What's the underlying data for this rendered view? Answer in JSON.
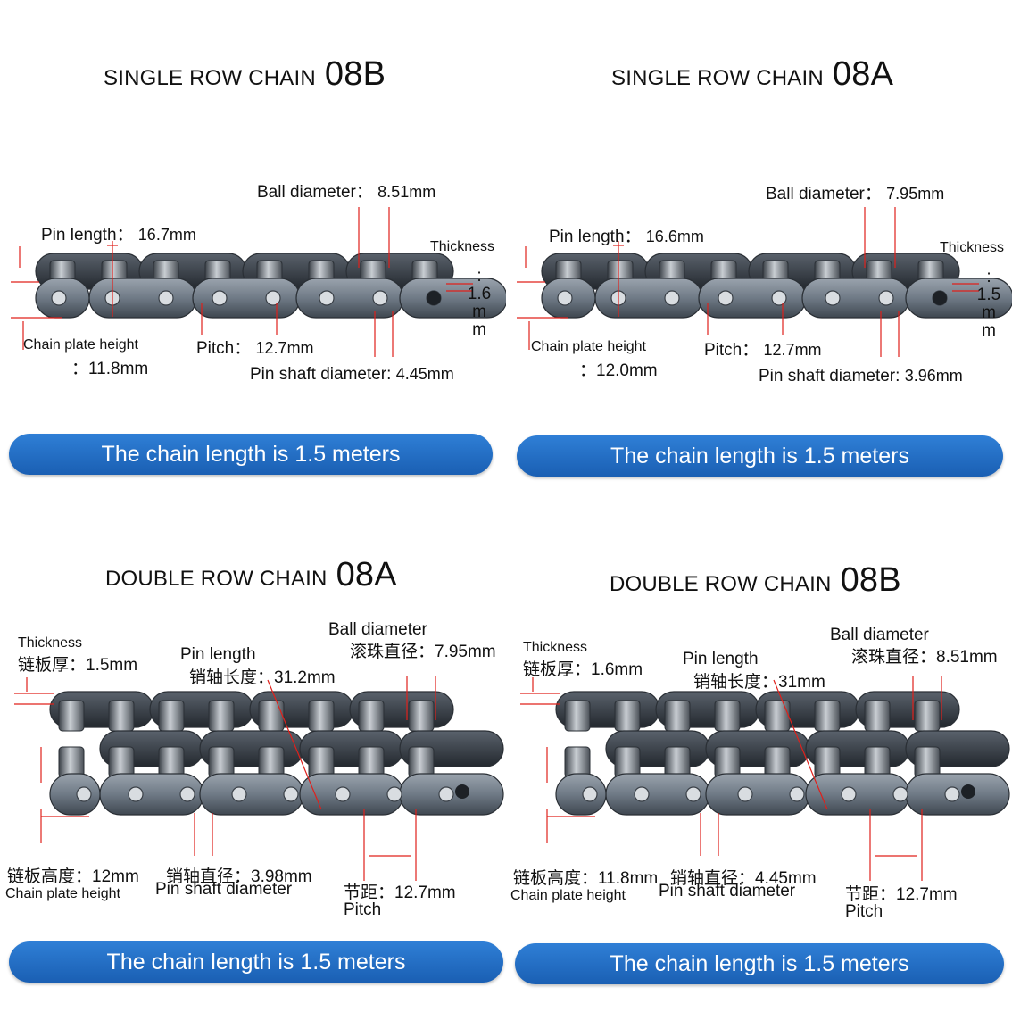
{
  "colors": {
    "banner": "#1f66bd",
    "banner_text": "#ffffff",
    "dimension_line": "#e0201b",
    "chain_metal": "#6f7a86"
  },
  "banner_text": "The chain length is 1.5 meters",
  "panels": [
    {
      "title": "SINGLE ROW CHAIN",
      "code": "08B",
      "ball_label": "Ball diameter：",
      "ball_value": "8.51mm",
      "pin_label": "Pin length：",
      "pin_value": "16.7mm",
      "thickness_label": "Thickness",
      "thickness_value": "1.6",
      "thickness_unit_1": "m",
      "thickness_unit_2": "m",
      "plate_label": "Chain plate height",
      "plate_value": "：11.8mm",
      "pitch_label": "Pitch：",
      "pitch_value": "12.7mm",
      "shaft_label": "Pin shaft diameter:",
      "shaft_value": "4.45mm"
    },
    {
      "title": "SINGLE ROW CHAIN",
      "code": "08A",
      "ball_label": "Ball diameter：",
      "ball_value": "7.95mm",
      "pin_label": "Pin length：",
      "pin_value": "16.6mm",
      "thickness_label": "Thickness",
      "thickness_value": "1.5",
      "thickness_unit_1": "m",
      "thickness_unit_2": "m",
      "plate_label": "Chain plate height",
      "plate_value": "：12.0mm",
      "pitch_label": "Pitch：",
      "pitch_value": "12.7mm",
      "shaft_label": "Pin shaft diameter:",
      "shaft_value": "3.96mm"
    },
    {
      "title": "DOUBLE ROW CHAIN",
      "code": "08A",
      "thickness_label": "Thickness",
      "thickness_cn": "链板厚：1.5mm",
      "pin_label": "Pin length",
      "pin_cn": "销轴长度：31.2mm",
      "ball_label": "Ball diameter",
      "ball_cn": "滚珠直径：7.95mm",
      "plate_cn": "链板高度：12mm",
      "plate_label": "Chain plate height",
      "shaft_cn": "销轴直径：3.98mm",
      "shaft_label": "Pin shaft diameter",
      "pitch_cn": "节距：12.7mm",
      "pitch_label": "Pitch"
    },
    {
      "title": "DOUBLE ROW CHAIN",
      "code": "08B",
      "thickness_label": "Thickness",
      "thickness_cn": "链板厚：1.6mm",
      "pin_label": "Pin length",
      "pin_cn": "销轴长度：31mm",
      "ball_label": "Ball diameter",
      "ball_cn": "滚珠直径：8.51mm",
      "plate_cn": "链板高度：11.8mm",
      "plate_label": "Chain plate height",
      "shaft_cn": "销轴直径：4.45mm",
      "shaft_label": "Pin shaft diameter",
      "pitch_cn": "节距：12.7mm",
      "pitch_label": "Pitch"
    }
  ]
}
